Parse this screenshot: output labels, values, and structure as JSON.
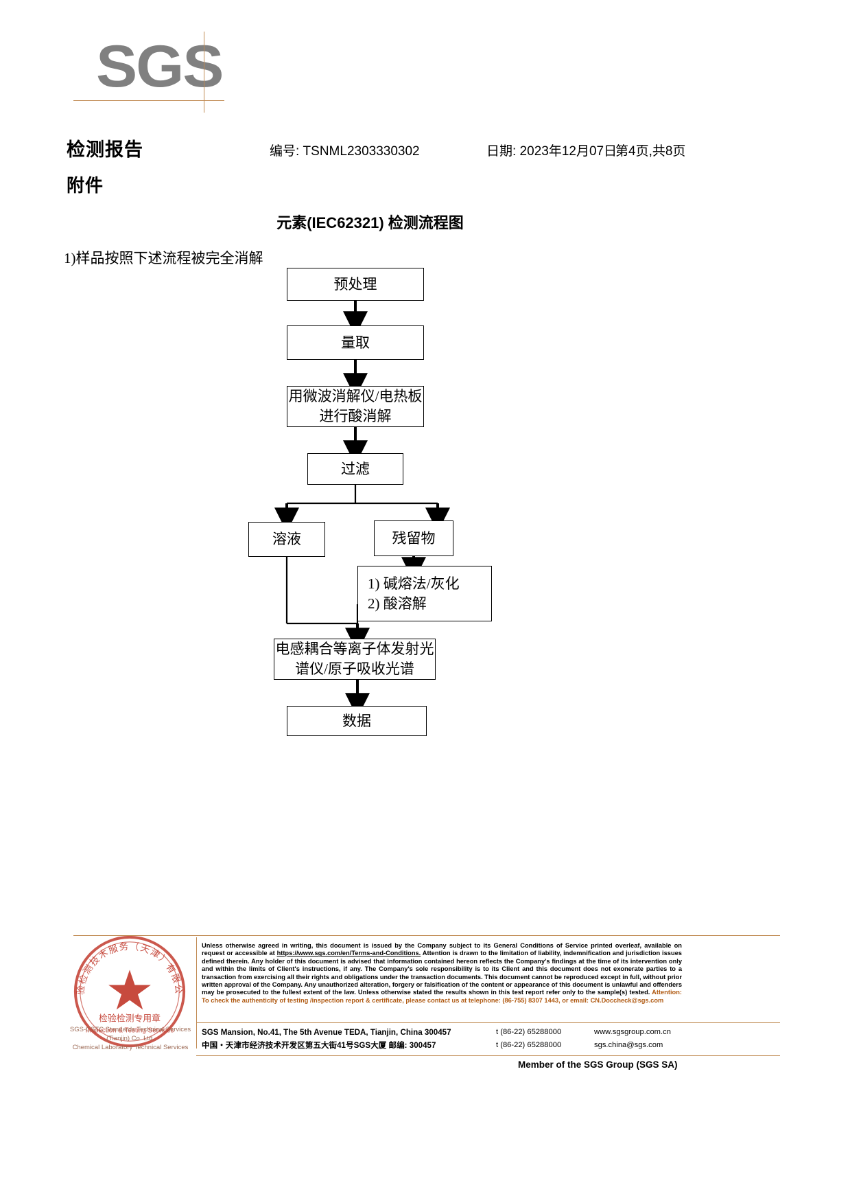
{
  "logo": {
    "text": "SGS"
  },
  "header": {
    "report_label": "检测报告",
    "attachment_label": "附件",
    "number": "编号: TSNML2303330302",
    "date": "日期: 2023年12月07日",
    "page": "第4页,共8页"
  },
  "section": {
    "title": "元素(IEC62321) 检测流程图",
    "intro": "1)样品按照下述流程被完全消解"
  },
  "flowchart": {
    "type": "process-flow",
    "nodes": [
      {
        "id": "pretreat",
        "label": "预处理"
      },
      {
        "id": "weigh",
        "label": "量取"
      },
      {
        "id": "digest",
        "label": "用微波消解仪/电热板\n进行酸消解"
      },
      {
        "id": "filter",
        "label": "过滤"
      },
      {
        "id": "solution",
        "label": "溶液"
      },
      {
        "id": "residue",
        "label": "残留物"
      },
      {
        "id": "fusion",
        "label": "1) 碱熔法/灰化\n2) 酸溶解"
      },
      {
        "id": "icp",
        "label": "电感耦合等离子体发射光\n谱仪/原子吸收光谱"
      },
      {
        "id": "data",
        "label": "数据"
      }
    ],
    "edges": [
      {
        "from": "pretreat",
        "to": "weigh"
      },
      {
        "from": "weigh",
        "to": "digest"
      },
      {
        "from": "digest",
        "to": "filter"
      },
      {
        "from": "filter",
        "to": "solution"
      },
      {
        "from": "filter",
        "to": "residue"
      },
      {
        "from": "residue",
        "to": "fusion"
      },
      {
        "from": "solution",
        "to": "icp"
      },
      {
        "from": "fusion",
        "to": "icp"
      },
      {
        "from": "icp",
        "to": "data"
      }
    ]
  },
  "footer": {
    "legal_1": "Unless otherwise agreed in writing, this document is issued by the Company subject to its General Conditions of Service printed overleaf, available on request or accessible at ",
    "legal_link": "https://www.sgs.com/en/Terms-and-Conditions.",
    "legal_2": " Attention is drawn to the limitation of liability, indemnification and jurisdiction issues defined therein. Any holder of this document is advised that information contained hereon reflects the Company's findings at the time of its intervention only and within the limits of Client's instructions, if any. The Company's sole responsibility is to its Client and this document does not exonerate parties to a transaction from exercising all their rights and obligations under the transaction documents. This document cannot be reproduced except in full, without prior written approval of the Company. Any unauthorized alteration, forgery or falsification of the content or appearance of this document is unlawful and offenders may be prosecuted to the fullest extent of the law. Unless otherwise stated the results shown in this test report refer only to the sample(s) tested.",
    "attention": "Attention: To check the authenticity of testing /inspection report & certificate, please contact us at telephone: (86-755) 8307 1443, or email: CN.Doccheck@sgs.com",
    "address_en": "SGS Mansion, No.41, The 5th Avenue TEDA, Tianjin, China 300457",
    "address_cn": "中国・天津市经济技术开发区第五大街41号SGS大厦     邮编: 300457",
    "tel_1": "t (86-22) 65288000",
    "tel_2": "t (86-22) 65288000",
    "web_1": "www.sgsgroup.com.cn",
    "web_2": "sgs.china@sgs.com",
    "member": "Member of the SGS Group (SGS SA)"
  },
  "stamp": {
    "ring_top": "检验检测技术服务（天津）有限公司",
    "center_cn": "检验检测专用章",
    "center_en": "Inspection & Testing Services",
    "line_1": "SGS-CSTC Standards Technical Services (Tianjin) Co. Ltd.",
    "line_2": "Chemical Laboratory Technical Services"
  },
  "colors": {
    "logo_gray": "#808080",
    "rule_brown": "#c08a52",
    "attention_orange": "#b05a12",
    "stamp_red": "#c23b2e"
  }
}
